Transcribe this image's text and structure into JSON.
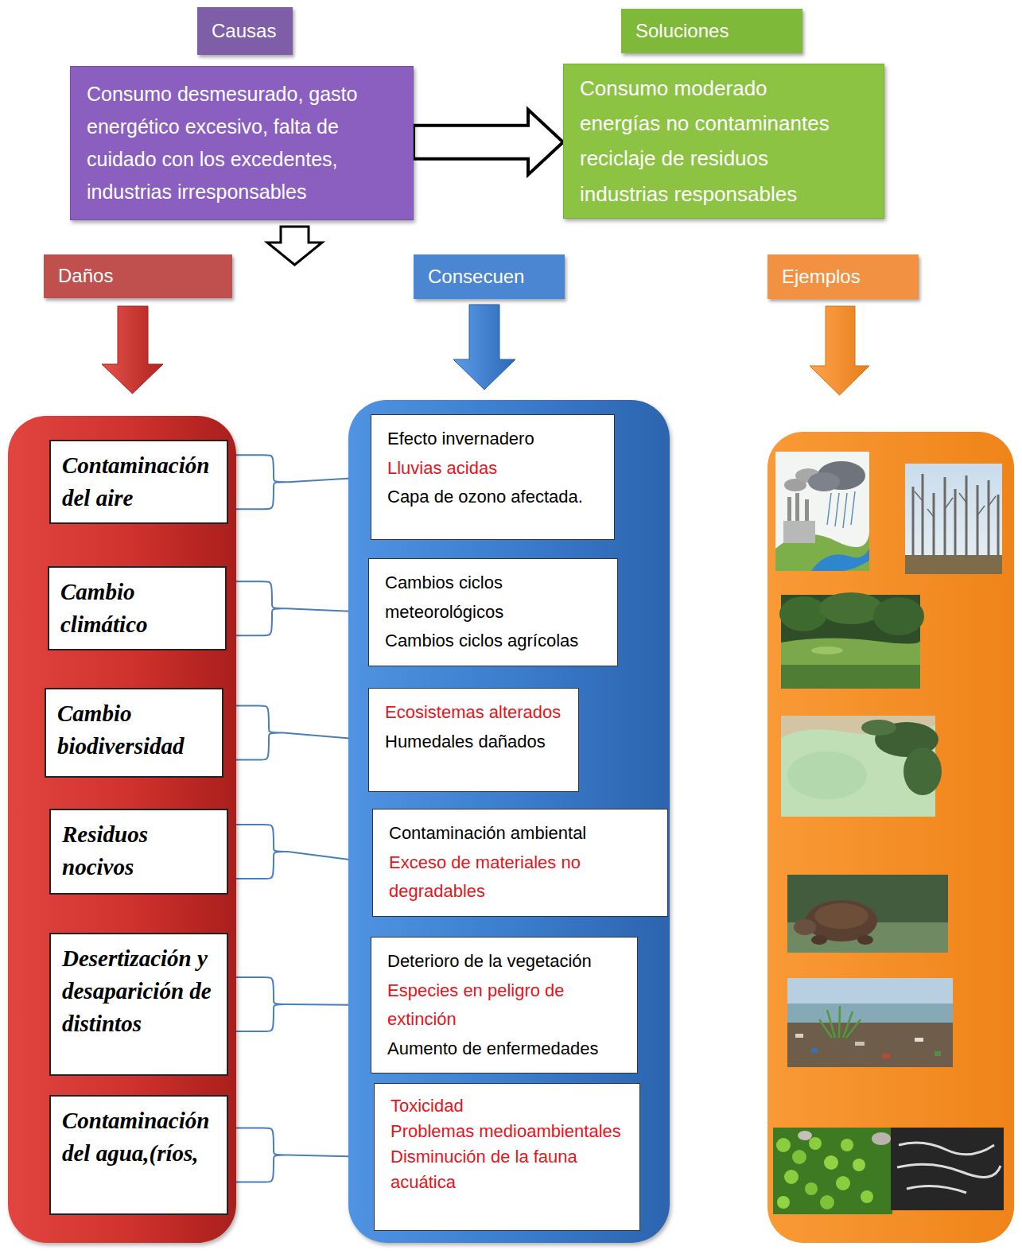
{
  "diagram": {
    "nodes": [
      {
        "text": [
          "Causas",
          "Consumo desmesurado, gasto energético excesivo, falta de cuidado con los excedentes, industrias irresponsables"
        ]
      },
      {
        "text": [
          "Soluciones",
          "Consumo moderado",
          "energías no contaminantes",
          "reciclaje de residuos",
          "industrias responsables"
        ]
      },
      {
        "text": [
          "Daños"
        ]
      },
      {
        "text": [
          "Contaminación del aire"
        ],
        "in": 2
      },
      {
        "text": [
          "Cambio climático"
        ],
        "in": 2
      },
      {
        "text": [
          "Cambio biodiversidad"
        ],
        "in": 2
      },
      {
        "text": [
          "Residuos nocivos"
        ],
        "in": 2
      },
      {
        "text": [
          "Desertización y desaparición de distintos"
        ],
        "in": 2
      },
      {
        "text": [
          "Contaminación del agua,(ríos,"
        ],
        "in": 2
      },
      {
        "text": [
          "Consecuen"
        ]
      },
      {
        "text": [
          "Efecto invernadero",
          "Lluvias acidas",
          "Capa de ozono afectada."
        ],
        "in": 9
      },
      {
        "text": [
          "Cambios ciclos meteorológicos",
          "Cambios ciclos agrícolas"
        ],
        "in": 9
      },
      {
        "text": [
          "Ecosistemas alterados",
          "Humedales dañados"
        ],
        "in": 9
      },
      {
        "text": [
          "Contaminación ambiental",
          "Exceso de materiales no degradables"
        ],
        "in": 9
      },
      {
        "text": [
          "Deterioro de la vegetación",
          "Especies en peligro de extinción",
          "Aumento de enfermedades"
        ],
        "in": 9
      },
      {
        "text": [
          "Toxicidad",
          "Problemas medioambientales",
          "Disminución de la fauna acuática"
        ],
        "in": 9
      },
      {
        "text": [
          "Ejemplos"
        ]
      }
    ],
    "edges": [
      {
        "from": 0,
        "to": 1,
        "arrow": "to"
      },
      {
        "from": 3,
        "to": 10,
        "arrow": "none"
      },
      {
        "from": 4,
        "to": 11,
        "arrow": "none"
      },
      {
        "from": 5,
        "to": 12,
        "arrow": "none"
      },
      {
        "from": 6,
        "to": 13,
        "arrow": "none"
      },
      {
        "from": 7,
        "to": 14,
        "arrow": "none"
      },
      {
        "from": 8,
        "to": 15,
        "arrow": "none"
      }
    ]
  }
}
